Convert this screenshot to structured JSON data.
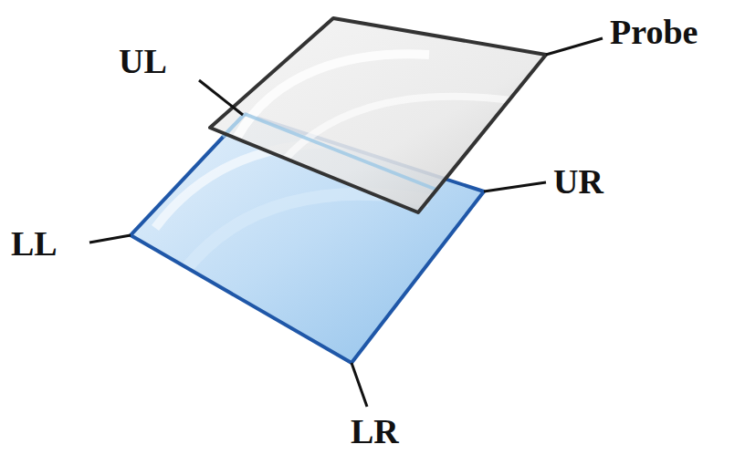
{
  "diagram": {
    "labels": [
      "UL",
      "Probe",
      "UR",
      "LL",
      "LR"
    ]
  }
}
